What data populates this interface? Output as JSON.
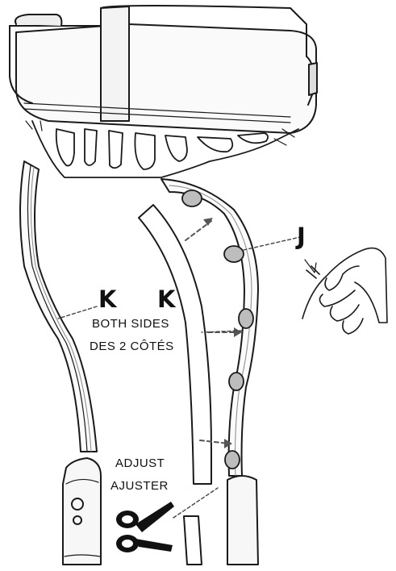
{
  "labels": {
    "j": "J",
    "k_left": "K",
    "k_right": "K",
    "both_sides_en": "BOTH SIDES",
    "both_sides_fr": "DES 2 CÔTÉS",
    "adjust_en": "ADJUST",
    "adjust_fr": "AJUSTER"
  },
  "icons": [
    "scissors-icon",
    "hand-peel-icon",
    "strap-arrow-icon"
  ],
  "colors": {
    "line": "#1a1a1a",
    "pad": "#bdbdbd",
    "background": "#ffffff",
    "arrow": "#555555"
  }
}
